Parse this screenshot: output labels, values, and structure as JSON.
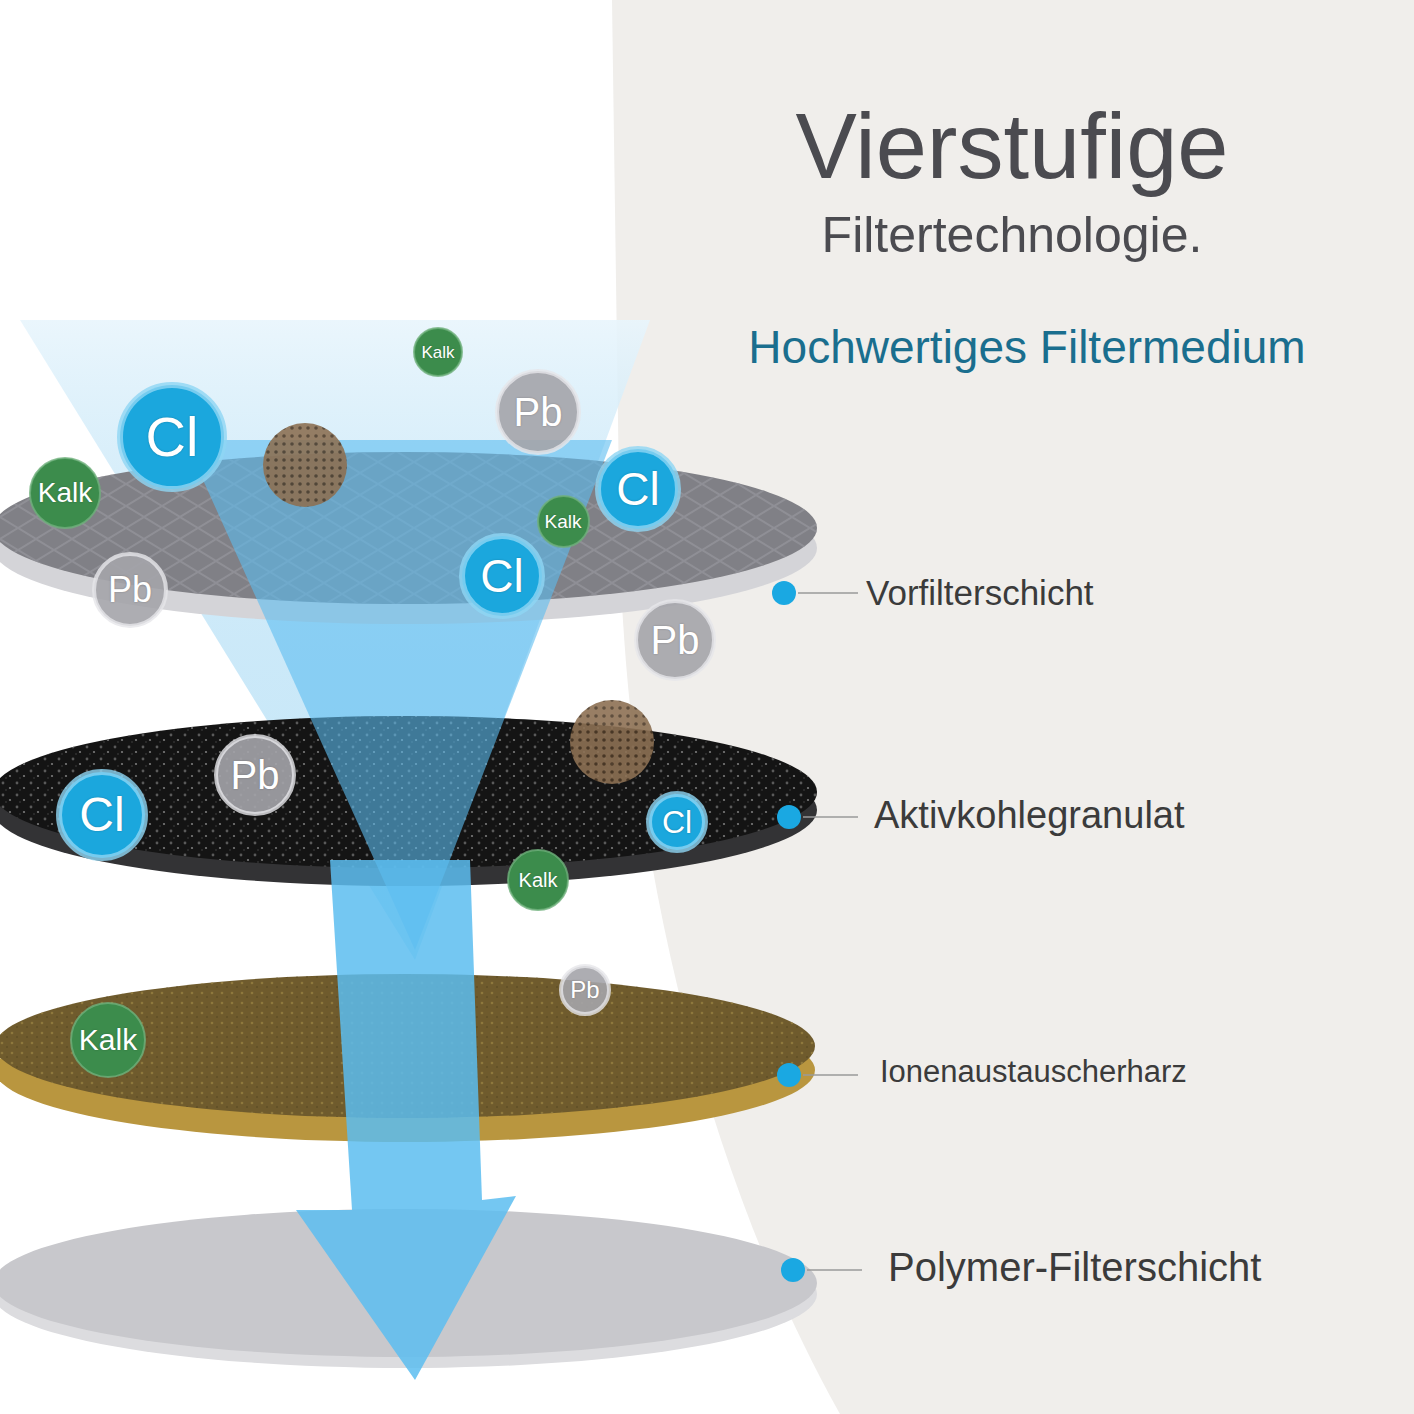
{
  "diagram": {
    "title": "Vierstufige Filtertechnologie.",
    "nodes": [
      {
        "text": [
          "Kalk"
        ]
      },
      {
        "text": [
          "Pb"
        ]
      },
      {
        "text": [
          "Cl"
        ]
      },
      {
        "text": [
          "Cl"
        ]
      },
      {
        "text": [
          "Kalk"
        ]
      },
      {
        "text": [
          "Kalk"
        ]
      },
      {
        "text": [
          "Cl"
        ]
      },
      {
        "text": [
          "Pb"
        ]
      },
      {
        "text": [
          "Pb"
        ]
      },
      {
        "text": [
          "Pb"
        ]
      },
      {
        "text": [
          "Cl"
        ]
      },
      {
        "text": [
          "Cl"
        ]
      },
      {
        "text": [
          "Kalk"
        ]
      },
      {
        "text": [
          "Pb"
        ]
      },
      {
        "text": [
          "Kalk"
        ]
      }
    ],
    "labels": [
      "Hochwertiges Filtermedium",
      "Vorfilterschicht",
      "Aktivkohlegranulat",
      "Ionenaustauscherharz",
      "Polymer-Filterschicht"
    ]
  }
}
